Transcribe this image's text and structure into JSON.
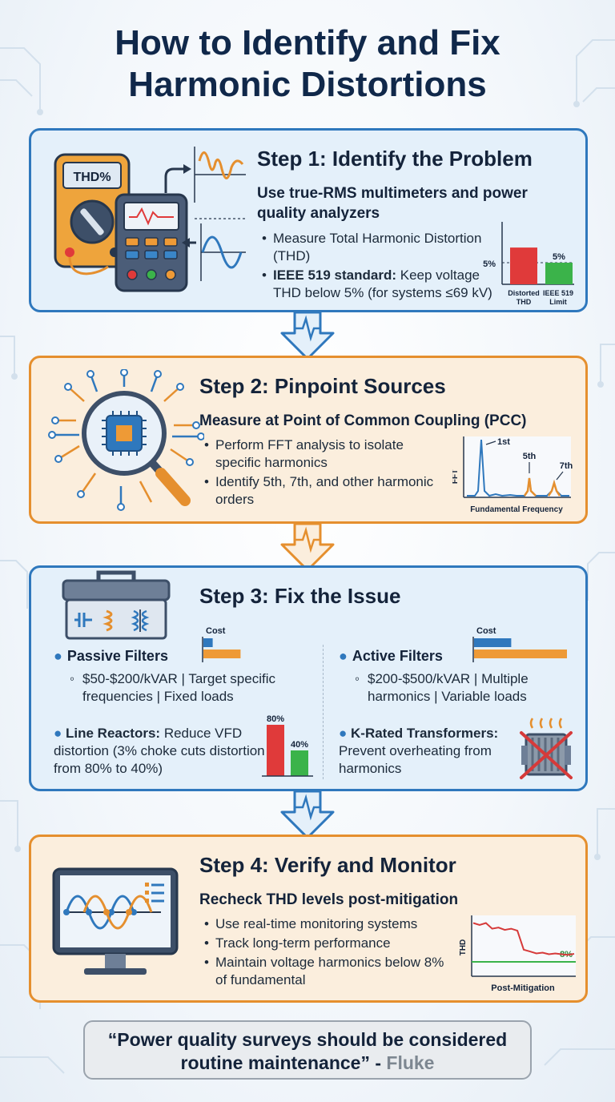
{
  "title": {
    "line1": "How to Identify and Fix",
    "line2": "Harmonic Distortions"
  },
  "step1": {
    "title": "Step 1: Identify the Problem",
    "subhead": "Use true-RMS multimeters and power quality analyzers",
    "bullet1": "Measure Total Harmonic Distortion (THD)",
    "bullet2_bold": "IEEE 519 standard:",
    "bullet2_rest": " Keep voltage THD below 5% (for systems ≤69 kV)",
    "meter_label": "THD%"
  },
  "step2": {
    "title": "Step 2: Pinpoint Sources",
    "subhead": "Measure at Point of Common Coupling (PCC)",
    "bullet1": "Perform FFT analysis to isolate specific harmonics",
    "bullet2": "Identify 5th, 7th, and other harmonic orders"
  },
  "step3": {
    "title": "Step 3: Fix the Issue",
    "passive_label": "Passive Filters",
    "passive_detail": "$50-$200/kVAR | Target specific frequencies | Fixed loads",
    "active_label": "Active Filters",
    "active_detail": "$200-$500/kVAR | Multiple harmonics | Variable loads",
    "reactor_bold": "Line Reactors:",
    "reactor_rest": " Reduce VFD distortion (3% choke cuts distortion from 80% to 40%)",
    "krated_bold": "K-Rated Transformers:",
    "krated_rest": " Prevent overheating from harmonics"
  },
  "step4": {
    "title": "Step 4: Verify and Monitor",
    "subhead": "Recheck THD levels post-mitigation",
    "bullet1": "Use real-time monitoring systems",
    "bullet2": "Track long-term performance",
    "bullet3": "Maintain voltage harmonics below 8% of fundamental"
  },
  "quote": {
    "text": "“Power quality surveys should be considered routine maintenance”",
    "dash": " - ",
    "source": "Fluke"
  },
  "chart_data": [
    {
      "type": "bar",
      "categories": [
        "Distorted THD",
        "IEEE 519 Limit"
      ],
      "values": [
        8.5,
        5
      ],
      "reference_label": "5%",
      "data_labels": [
        "",
        "5%"
      ],
      "colors": [
        "#e03a3a",
        "#3bb34a"
      ]
    },
    {
      "type": "line",
      "ylabel": "FFT",
      "xlabel": "Fundamental Frequency",
      "peaks": [
        {
          "label": "1st",
          "value": 1.0
        },
        {
          "label": "5th",
          "value": 0.3
        },
        {
          "label": "7th",
          "value": 0.2
        }
      ]
    },
    {
      "type": "bar",
      "title": "Cost",
      "series": [
        {
          "name": "Passive Filters",
          "values": [
            50,
            200
          ],
          "colors": [
            "#2f78bd",
            "#ee9a36"
          ]
        },
        {
          "name": "Active Filters",
          "values": [
            200,
            500
          ],
          "colors": [
            "#2f78bd",
            "#ee9a36"
          ]
        }
      ]
    },
    {
      "type": "bar",
      "categories": [
        "",
        ""
      ],
      "values": [
        80,
        40
      ],
      "data_labels": [
        "80%",
        "40%"
      ],
      "colors": [
        "#e03a3a",
        "#3bb34a"
      ]
    },
    {
      "type": "line",
      "ylabel": "THD",
      "xlabel": "Post-Mitigation",
      "reference_label": "8%",
      "values": [
        14,
        13.5,
        14,
        12.5,
        12.8,
        12.2,
        12.5,
        12,
        7,
        6.5,
        6,
        6.2,
        5.8,
        6,
        5.8,
        5.6,
        5.9
      ]
    }
  ]
}
